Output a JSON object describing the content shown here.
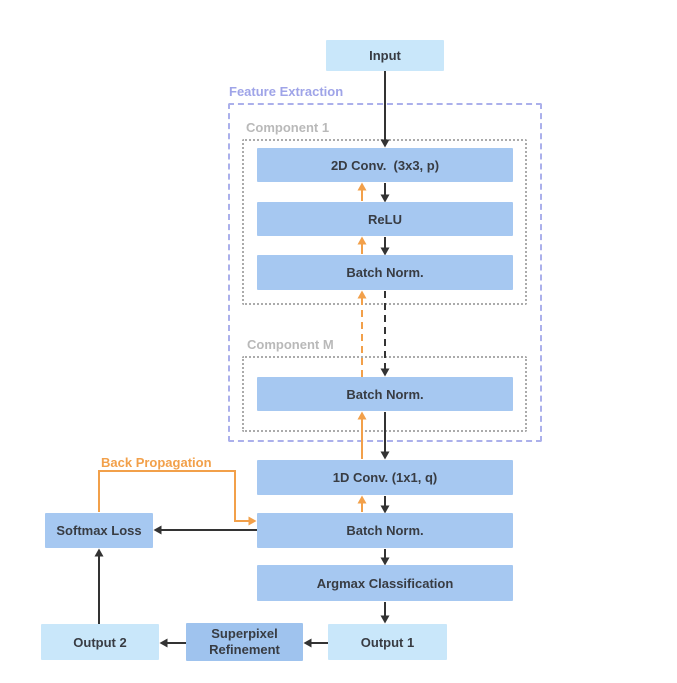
{
  "labels": {
    "feature_extraction": "Feature Extraction",
    "component_1": "Component 1",
    "component_m": "Component M",
    "back_propagation": "Back Propagation"
  },
  "nodes": {
    "input": "Input",
    "conv2d": "2D Conv.  (3x3, p)",
    "relu": "ReLU",
    "batch_norm_1": "Batch Norm.",
    "batch_norm_m": "Batch Norm.",
    "conv1d": "1D Conv. (1x1, q)",
    "batch_norm_out": "Batch Norm.",
    "argmax": "Argmax Classification",
    "output_1": "Output 1",
    "superpixel_refinement": "Superpixel Refinement",
    "output_2": "Output 2",
    "softmax_loss": "Softmax Loss"
  },
  "colors": {
    "node_light": "#c9e7fa",
    "node_mid": "#a6c8f1",
    "node_superpixel": "#9fc3ee",
    "container_purple": "#abb0eb",
    "label_purple": "#9fa4e8",
    "label_gray": "#b9b9b9",
    "dotted_gray": "#ababab",
    "arrow_black": "#333333",
    "arrow_orange": "#f2a04a",
    "text_dark": "#383c43"
  }
}
